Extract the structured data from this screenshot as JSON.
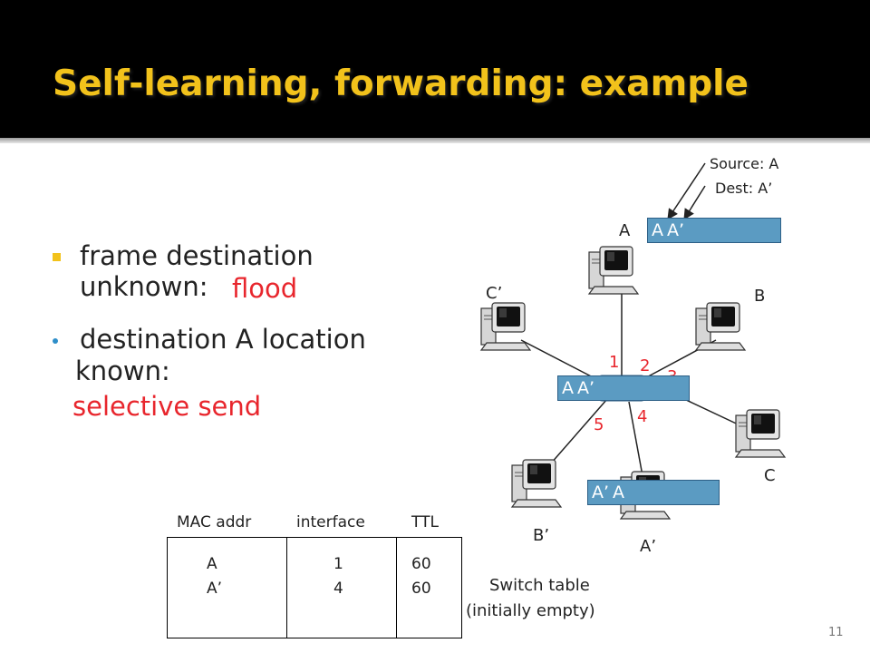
{
  "slide": {
    "title": "Self-learning, forwarding: example",
    "page_number": "11"
  },
  "bullets": {
    "b1_line1": "frame destination",
    "b1_line2": "unknown:",
    "b1_flood": "flood",
    "b2_line1": "destination A location",
    "b2_line2": "known:",
    "b2_selective": "selective send"
  },
  "diagram": {
    "source_label": "Source: A",
    "dest_label": "Dest: A’",
    "nodes": {
      "A": "A",
      "B": "B",
      "C": "C",
      "C_prime": "C’",
      "B_prime": "B’",
      "A_prime": "A’"
    },
    "ports": [
      "1",
      "2",
      "3",
      "4",
      "5"
    ],
    "frames": {
      "top": [
        "A",
        "A’"
      ],
      "middle": [
        "A",
        "A’"
      ],
      "bottom": [
        "A’",
        "A"
      ]
    },
    "caption_line1": "Switch table",
    "caption_line2": "(initially empty)"
  },
  "switch_table": {
    "headers": [
      "MAC addr",
      "interface",
      "TTL"
    ],
    "rows": [
      [
        "A",
        "1",
        "60"
      ],
      [
        "A’",
        "4",
        "60"
      ]
    ]
  },
  "colors": {
    "title": "#f2c21b",
    "highlight_red": "#e8262d",
    "frame_blue": "#5b9bc2"
  }
}
